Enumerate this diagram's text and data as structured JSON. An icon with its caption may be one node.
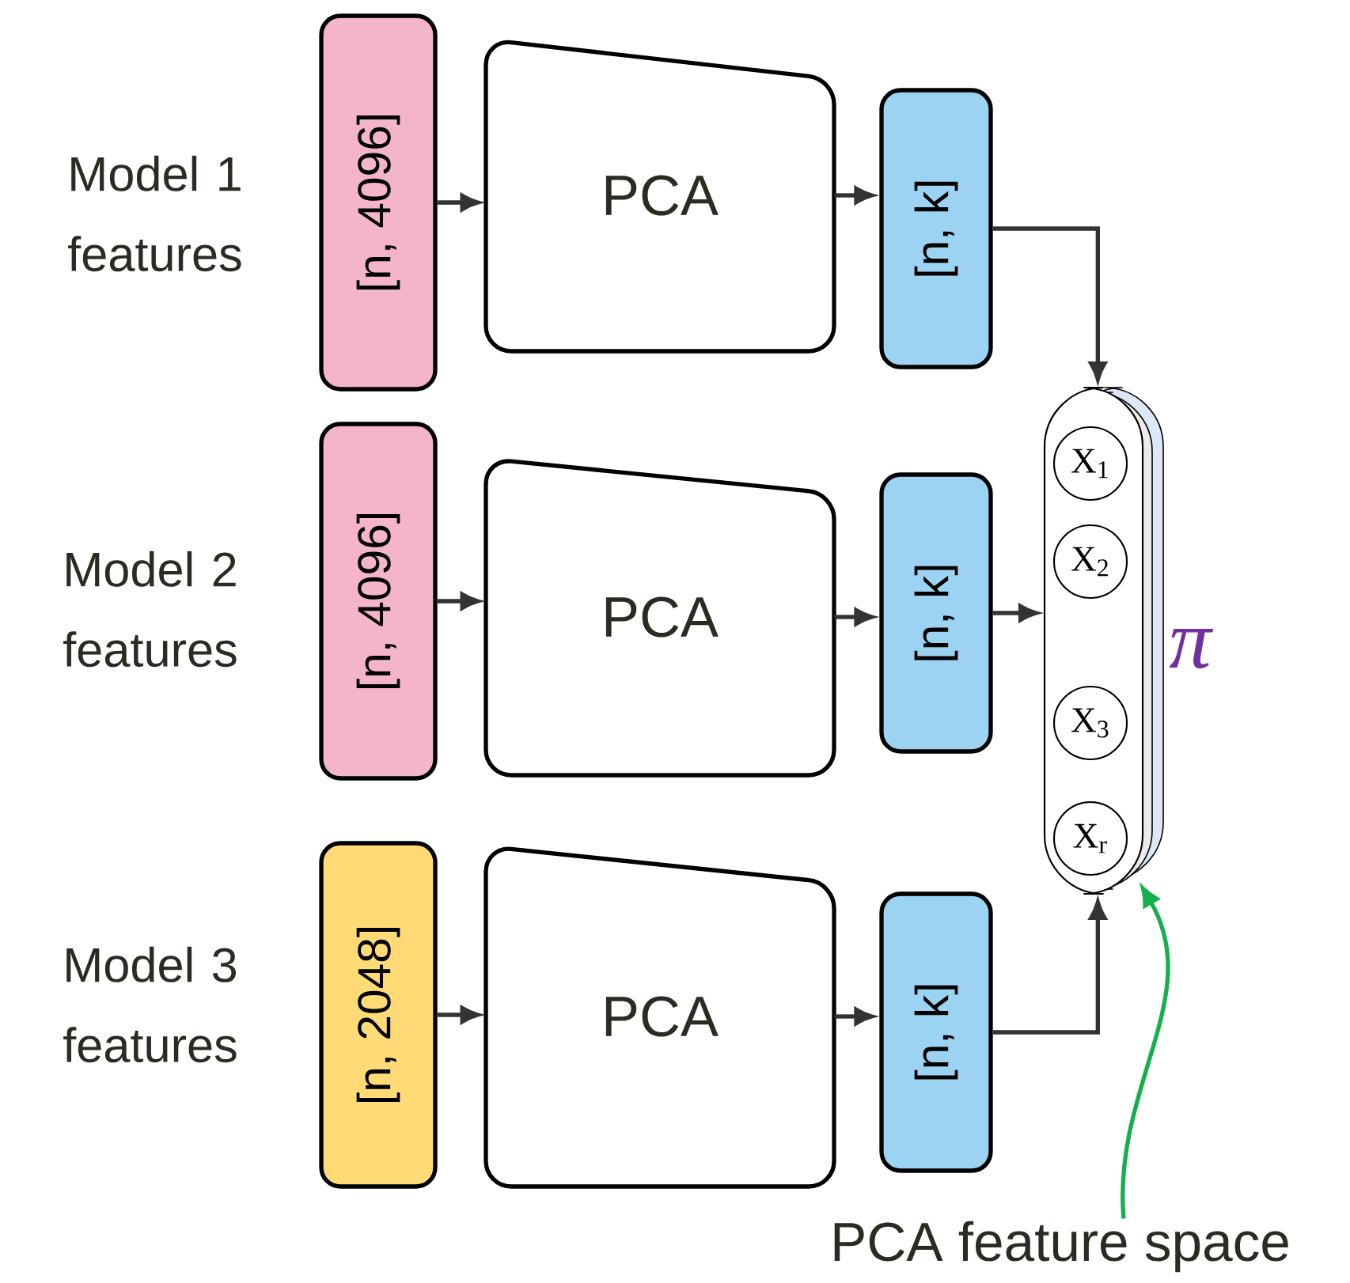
{
  "diagram": {
    "nodes": [
      {
        "text": [
          "[n, 4096]"
        ]
      },
      {
        "text": [
          "PCA"
        ]
      },
      {
        "text": [
          "[n, k]"
        ]
      },
      {
        "text": [
          "[n, 4096]"
        ]
      },
      {
        "text": [
          "PCA"
        ]
      },
      {
        "text": [
          "[n, k]"
        ]
      },
      {
        "text": [
          "[n, 2048]"
        ]
      },
      {
        "text": [
          "PCA"
        ]
      },
      {
        "text": [
          "[n, k]"
        ]
      },
      {
        "text": [],
        "shape": "box"
      },
      {
        "text": [
          "X$_{1}$"
        ],
        "in": 9
      },
      {
        "text": [
          "X$_{2}$"
        ],
        "in": 9
      },
      {
        "text": [
          "X$_{3}$"
        ],
        "in": 9
      },
      {
        "text": [
          "X$_{r}$"
        ],
        "in": 9
      },
      {
        "text": [
          "PCA feature space"
        ]
      }
    ],
    "edges": [
      {
        "from": 0,
        "to": 1,
        "arrow": "to"
      },
      {
        "from": 1,
        "to": 2,
        "arrow": "to"
      },
      {
        "from": 2,
        "to": 9,
        "arrow": "to"
      },
      {
        "from": 3,
        "to": 4,
        "arrow": "to"
      },
      {
        "from": 4,
        "to": 5,
        "arrow": "to"
      },
      {
        "from": 5,
        "to": 9,
        "arrow": "to"
      },
      {
        "from": 6,
        "to": 7,
        "arrow": "to"
      },
      {
        "from": 7,
        "to": 8,
        "arrow": "to"
      },
      {
        "from": 8,
        "to": 9,
        "arrow": "to"
      },
      {
        "from": 14,
        "to": 9,
        "arrow": "to",
        "color": "#13b04b"
      }
    ],
    "labels": [
      "Model 1 features",
      "Model 2 features",
      "Model 3 features",
      "π"
    ]
  }
}
